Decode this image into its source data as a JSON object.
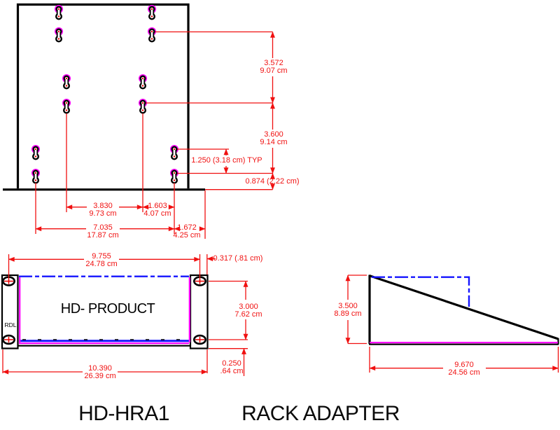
{
  "colors": {
    "dimension_red": "#f01010",
    "highlight_magenta": "#ff00ff",
    "hidden_blue": "#1414ff",
    "outline_black": "#000000"
  },
  "top_view": {
    "dims": {
      "height_upper": {
        "in": "3.572",
        "cm": "9.07 cm"
      },
      "height_lower": {
        "in": "3.600",
        "cm": "9.14 cm"
      },
      "slot_spacing": "1.250 (3.18 cm) TYP",
      "bottom_offset": "0.874 (2.22 cm)",
      "width_inner": {
        "in": "3.830",
        "cm": "9.73 cm"
      },
      "width_right": {
        "in": "1.603",
        "cm": "4.07 cm"
      },
      "width_outer": {
        "in": "7.035",
        "cm": "17.87 cm"
      },
      "width_edge": {
        "in": "1.672",
        "cm": "4.25 cm"
      }
    }
  },
  "front_view": {
    "product_label": "HD- PRODUCT",
    "brand_label": "RDL",
    "dims": {
      "screw_span": {
        "in": "9.755",
        "cm": "24.78 cm"
      },
      "screw_edge": "0.317 (.81 cm)",
      "screw_height": {
        "in": "3.000",
        "cm": "7.62 cm"
      },
      "bottom_margin": {
        "in": "0.250",
        "cm": ".64 cm"
      },
      "overall_width": {
        "in": "10.390",
        "cm": "26.39 cm"
      }
    }
  },
  "side_view": {
    "dims": {
      "height": {
        "in": "3.500",
        "cm": "8.89 cm"
      },
      "depth": {
        "in": "9.670",
        "cm": "24.56 cm"
      }
    }
  },
  "footer": {
    "model": "HD-HRA1",
    "product": "RACK ADAPTER"
  }
}
